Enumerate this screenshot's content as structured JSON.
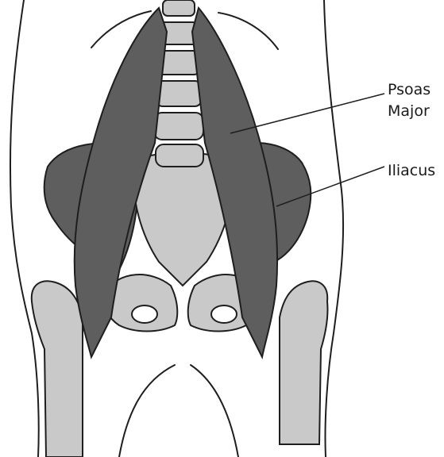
{
  "labels": {
    "psoas_major": {
      "line1": "Psoas",
      "line2": "Major"
    },
    "iliacus": "Iliacus"
  },
  "colors": {
    "muscle": "#5e5e5e",
    "bone": "#c9c9c9",
    "outline": "#1e1e1e",
    "background": "#ffffff",
    "text": "#1a1a1a"
  }
}
